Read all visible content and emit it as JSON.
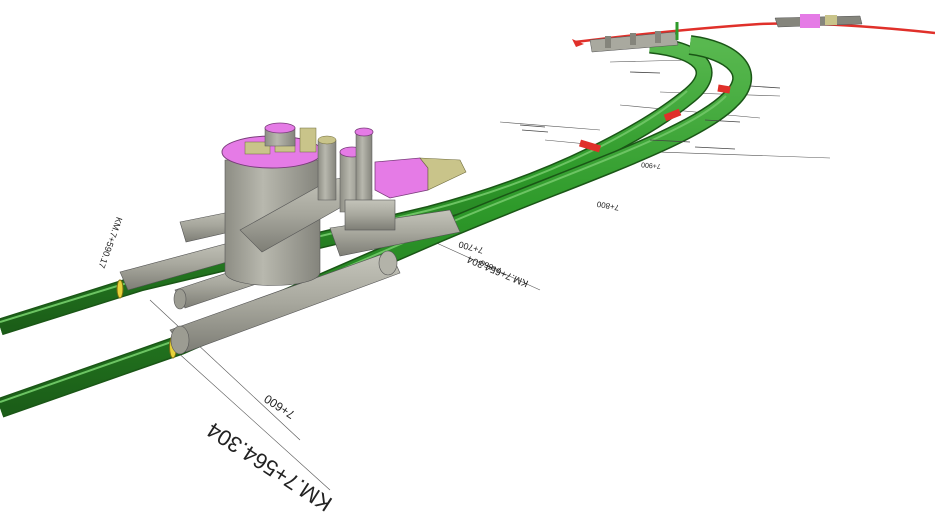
{
  "labels": {
    "km_main": "KM.7+564.304",
    "station_600": "7+600",
    "km_mid": "KM.7+654.304",
    "station_650": "7+650",
    "station_700": "7+700",
    "station_800": "7+800",
    "station_900": "7+900",
    "km_left": "KM.7+590.17"
  },
  "colors": {
    "tunnel_green": "#2e9a2a",
    "tunnel_dark": "#1f6e1c",
    "concrete": "#a9a99f",
    "concrete_dark": "#85857c",
    "shaft_magenta": "#e57be6",
    "slab_khaki": "#c9c48a",
    "alignment_red": "#e0302a",
    "background": "#ffffff"
  }
}
